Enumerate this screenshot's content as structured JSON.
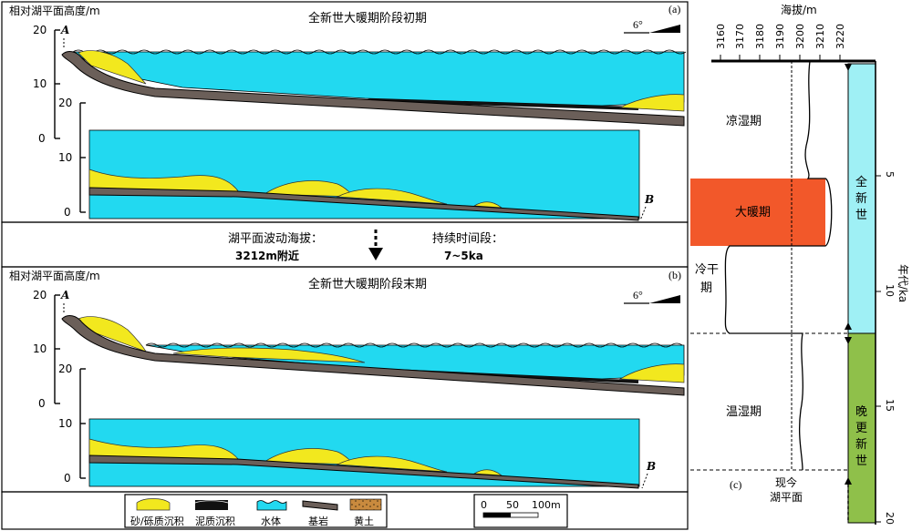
{
  "panel_a": {
    "title": "全新世大暖期阶段初期",
    "tag": "(a)",
    "ylabel": "相对湖平面高度/m",
    "ticks_upper": [
      "20",
      "10",
      "0"
    ],
    "ticks_lower": [
      "20",
      "10",
      "0"
    ],
    "point_a": "A",
    "point_b": "B",
    "slope": "6°"
  },
  "middle": {
    "elev_label": "湖平面波动海拔：",
    "elev_value": "3212m附近",
    "period_label": "持续时间段：",
    "period_value": "7~5ka"
  },
  "panel_b": {
    "title": "全新世大暖期阶段末期",
    "tag": "(b)",
    "ylabel": "相对湖平面高度/m",
    "ticks_upper": [
      "20",
      "10",
      "0"
    ],
    "ticks_lower": [
      "20",
      "10",
      "0"
    ],
    "point_a": "A",
    "point_b": "B",
    "slope": "6°"
  },
  "legend": {
    "items": [
      "砂/砾质沉积",
      "泥质沉积",
      "水体",
      "基岩",
      "黄土"
    ],
    "scale_ticks": [
      "0",
      "50",
      "100m"
    ]
  },
  "panel_c": {
    "top_label": "海拔/m",
    "x_ticks": [
      "3160",
      "3170",
      "3180",
      "3190",
      "3200",
      "3210",
      "3220"
    ],
    "age_ticks": [
      "5",
      "10",
      "15",
      "20"
    ],
    "age_label": "年代/ka",
    "periods": [
      "凉湿期",
      "大暖期",
      "冷干期",
      "温湿期"
    ],
    "epochs": [
      "全新世",
      "晚更新世"
    ],
    "present_level": "现今湖平面",
    "tag": "(c)",
    "colors": {
      "warm": "#f2582a",
      "holocene": "#9ff0f5",
      "pleistocene": "#8fc04a"
    }
  }
}
